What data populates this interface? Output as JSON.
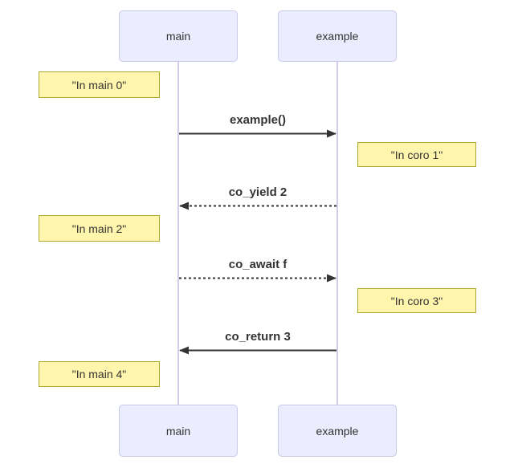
{
  "diagram": {
    "type": "sequence",
    "participants": [
      {
        "id": "main",
        "label": "main"
      },
      {
        "id": "example",
        "label": "example"
      }
    ],
    "notes": [
      {
        "text": "\"In main 0\"",
        "side": "left-of-main"
      },
      {
        "text": "\"In coro 1\"",
        "side": "right-of-example"
      },
      {
        "text": "\"In main 2\"",
        "side": "left-of-main"
      },
      {
        "text": "\"In coro 3\"",
        "side": "right-of-example"
      },
      {
        "text": "\"In main 4\"",
        "side": "left-of-main"
      }
    ],
    "messages": [
      {
        "label": "example()",
        "from": "main",
        "to": "example",
        "line": "solid"
      },
      {
        "label": "co_yield 2",
        "from": "example",
        "to": "main",
        "line": "dashed"
      },
      {
        "label": "co_await f",
        "from": "main",
        "to": "example",
        "line": "dashed"
      },
      {
        "label": "co_return 3",
        "from": "example",
        "to": "main",
        "line": "solid"
      }
    ],
    "colors": {
      "background": "#FFFFFF",
      "participant_fill": "#ECECFF",
      "participant_border": "#C9C9E8",
      "note_fill": "#FFF5AD",
      "note_border": "#AAAA33",
      "lifeline": "#D5CCEB",
      "arrow": "#333333",
      "text": "#333333"
    }
  }
}
